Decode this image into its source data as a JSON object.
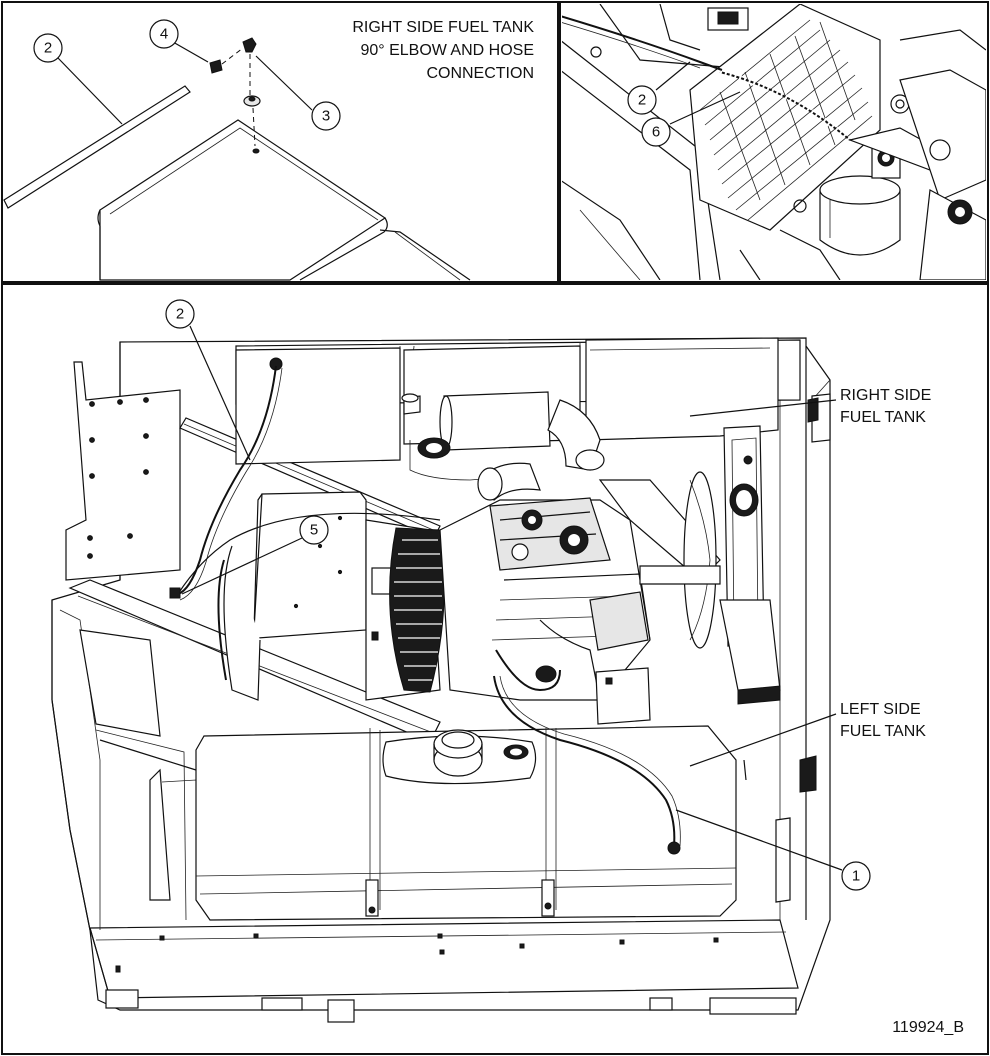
{
  "top_left_panel": {
    "title_lines": [
      "RIGHT SIDE FUEL TANK",
      "90° ELBOW AND HOSE",
      "CONNECTION"
    ],
    "callouts": [
      "2",
      "4",
      "3"
    ]
  },
  "top_right_panel": {
    "callouts": [
      "2",
      "6"
    ]
  },
  "main_panel": {
    "right_tank_label": [
      "RIGHT SIDE",
      "FUEL TANK"
    ],
    "left_tank_label": [
      "LEFT SIDE",
      "FUEL TANK"
    ],
    "callouts": [
      "2",
      "5",
      "1"
    ],
    "figure_id": "119924_B"
  }
}
